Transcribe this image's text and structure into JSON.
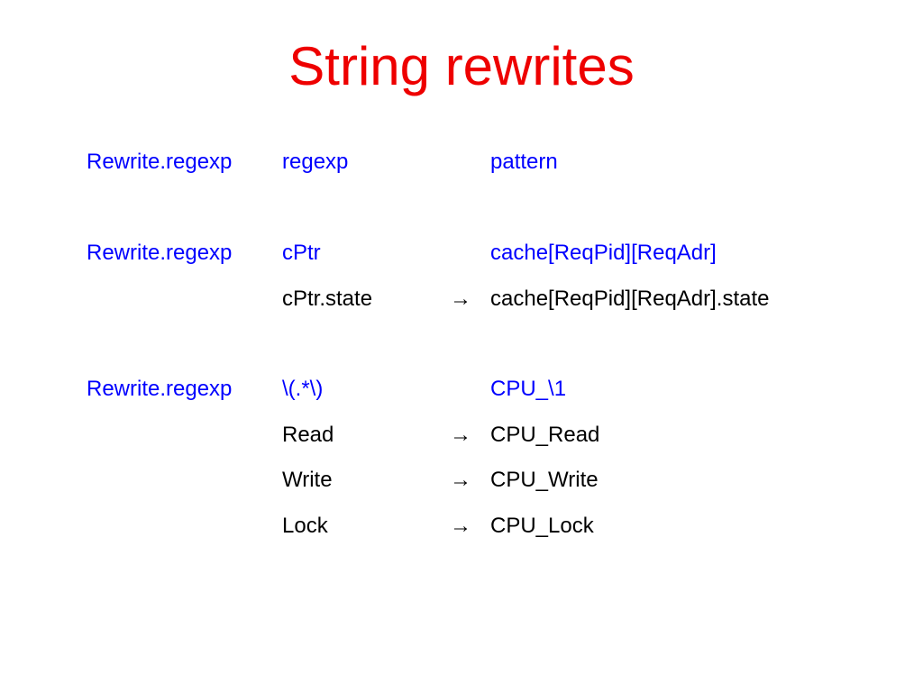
{
  "slide": {
    "title": "String rewrites",
    "title_color": "#ee0000",
    "rule_color": "#0000ff",
    "example_color": "#000000"
  },
  "rows": [
    {
      "command": "Rewrite.regexp",
      "source": "regexp",
      "arrow": "",
      "target": "pattern",
      "kind": "rule"
    },
    {
      "command": "Rewrite.regexp",
      "source": "cPtr",
      "arrow": "",
      "target": "cache[ReqPid][ReqAdr]",
      "kind": "rule"
    },
    {
      "command": "",
      "source": "cPtr.state",
      "arrow": "→",
      "target": "cache[ReqPid][ReqAdr].state",
      "kind": "example"
    },
    {
      "command": "Rewrite.regexp",
      "source": "\\(.*\\)",
      "arrow": "",
      "target": "CPU_\\1",
      "kind": "rule"
    },
    {
      "command": "",
      "source": "Read",
      "arrow": "→",
      "target": "CPU_Read",
      "kind": "example"
    },
    {
      "command": "",
      "source": "Write",
      "arrow": "→",
      "target": "CPU_Write",
      "kind": "example"
    },
    {
      "command": "",
      "source": "Lock",
      "arrow": "→",
      "target": "CPU_Lock",
      "kind": "example"
    }
  ]
}
